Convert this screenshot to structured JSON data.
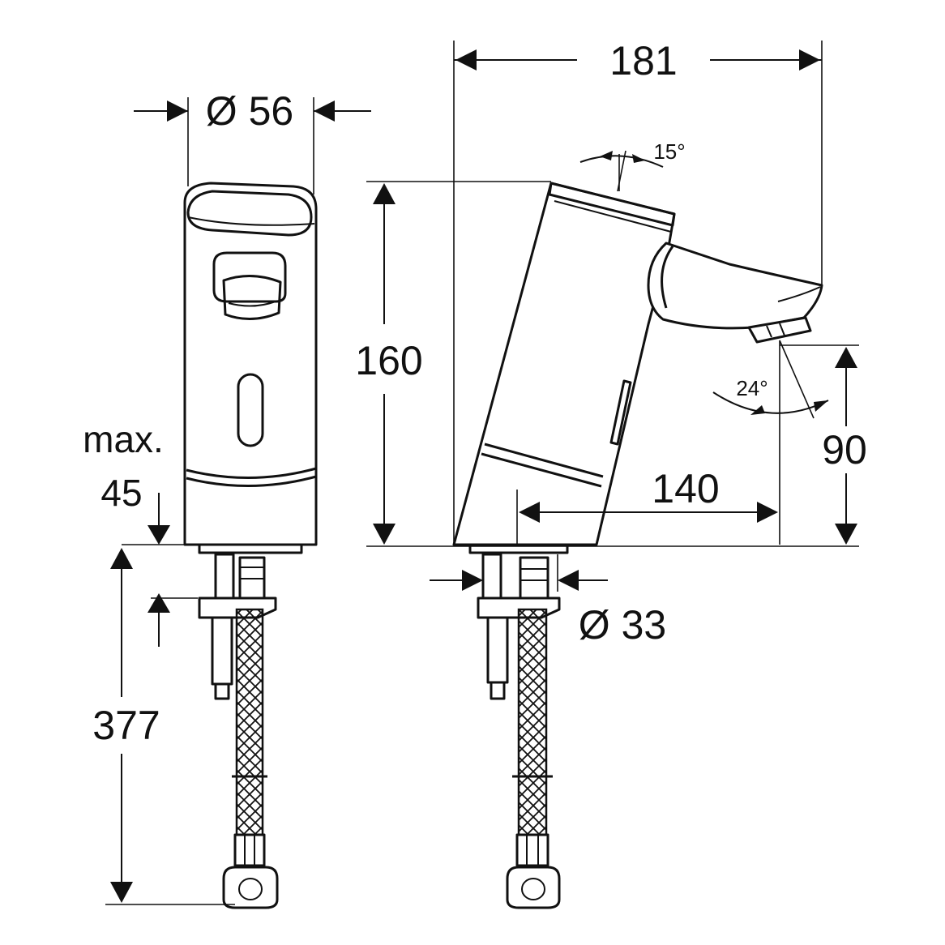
{
  "dimensions": {
    "front_width": "Ø 56",
    "total_depth": "181",
    "total_height": "160",
    "spout_angle_top": "15°",
    "spout_angle_bottom": "24°",
    "spout_height": "90",
    "spout_reach": "140",
    "base_diameter": "Ø 33",
    "max_label": "max.",
    "max_value": "45",
    "hose_length": "377"
  }
}
